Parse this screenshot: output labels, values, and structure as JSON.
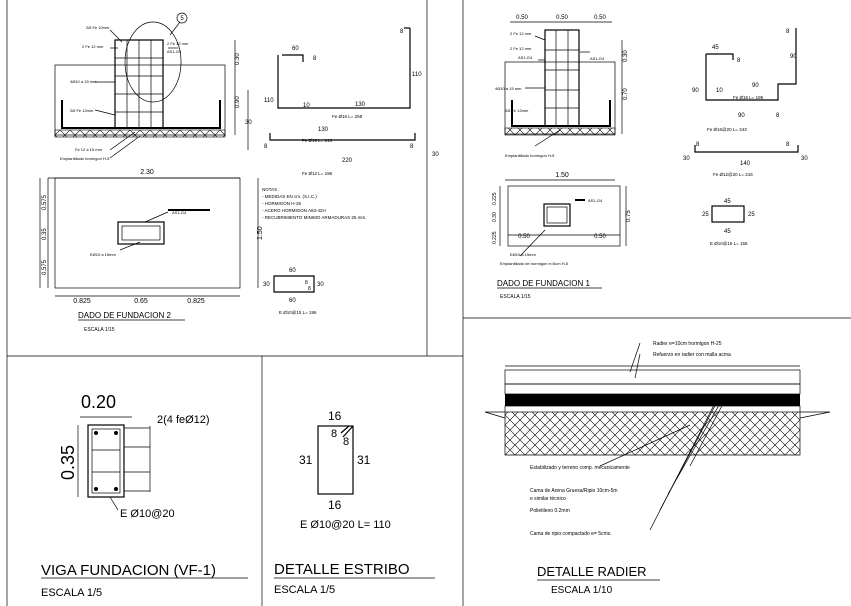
{
  "beam": {
    "title": "VIGA FUNDACION (VF-1)",
    "scale": "ESCALA 1/5",
    "width": "0.20",
    "height": "0.35",
    "rebar": "2(4 feØ12)",
    "stirrup": "E Ø10@20"
  },
  "stirrup_detail": {
    "title": "DETALLE ESTRIBO",
    "scale": "ESCALA 1/5",
    "top": "16",
    "bottom": "16",
    "left": "31",
    "right": "31",
    "hook1": "8",
    "hook2": "8",
    "spec": "E Ø10@20  L= 110"
  },
  "slab_detail": {
    "title": "DETALLE RADIER",
    "scale": "ESCALA 1/10",
    "notes": [
      "Radier e=10cm hormigon H-25",
      "Refuerzo en radier con malla acma",
      "Estabilizado y terreno comp. mecanicamente",
      "Cama de Arena Gruesa/Ripio 10cm-5m",
      "e similar técnico",
      "Polietileno 0.2mm",
      "Cama de ripio compactado e= 5cms."
    ]
  },
  "dado2": {
    "title": "DADO DE  FUNDACION 2",
    "scale": "ESCALA 1/15",
    "width": "2.30",
    "depth": "1.50",
    "dims_bottom": [
      "0.825",
      "0.65",
      "0.825"
    ],
    "dims_left": [
      "0.575",
      "0.35",
      "0.575"
    ],
    "elev_dims": [
      "0.30",
      "0.90",
      "30"
    ],
    "labels": [
      "2Ø Fe 10mm",
      "2 Fe 12 mm",
      "2 Fe 12 mm",
      "AS1-G4",
      "4Ø10 a 15 mm",
      "2Ø Fe 12mm",
      "Emplantillado hormigon H-5",
      "Fe 12 a 15 mm",
      "AS1-G4",
      "EØ10 a 15mm"
    ],
    "callout": "5",
    "bar1": {
      "a": "60",
      "b": "8",
      "c": "110",
      "d": "10",
      "e": "130",
      "spec": "Fe Ø16 L= 258"
    },
    "bar2": {
      "a": "8",
      "b": "110",
      "spec": "Fe Ø16 L= 213"
    },
    "bar3": {
      "a": "8",
      "b": "220",
      "c": "30",
      "d": "8",
      "spec": "Fe Ø12 L= 196",
      "e": "130"
    },
    "stir": {
      "top": "60",
      "left": "30",
      "right": "30",
      "bottom": "60",
      "h1": "8",
      "h2": "8",
      "spec": "E Ø10@15 L= 196"
    },
    "notes_title": "NOTAS :",
    "notes": [
      "- MEDIDAS EN cm. (S.I.C.)",
      "- HORMIGON  H-25",
      "- ACERO HORMIGON  A63-42H",
      "- RECUBRIMIENTO MINIMO ARMADURAS 25 mm."
    ]
  },
  "dado1": {
    "title": "DADO DE FUNDACION 1",
    "scale": "ESCALA 1/15",
    "top_dims": [
      "0.50",
      "0.50",
      "0.50"
    ],
    "width": "1.50",
    "depth": "0.75",
    "dims_bottom": [
      "0.50",
      "0.50"
    ],
    "dims_left": [
      "0.225",
      "0.30",
      "0.225"
    ],
    "elev_dims": [
      "0.30",
      "0.70"
    ],
    "labels": [
      "2 Fe 12 mm",
      "2 Fe 12 mm",
      "AS1-G4",
      "AS1-G4",
      "4Ø10 a 15 mm",
      "2Ø Fe 12mm",
      "Emplantillado hormigon H-5",
      "AS1-G4",
      "EØ10 a 15mm",
      "Emplantillado de hormigon e=5cm H-5"
    ],
    "bar1": {
      "a": "45",
      "b": "8",
      "c": "90",
      "d": "10",
      "e": "90",
      "spec": "Fe Ø16 L= 195"
    },
    "bar2": {
      "a": "8",
      "b": "90",
      "spec": "Fe Ø16@20 L= 243"
    },
    "bar3": {
      "a": "30",
      "b": "8",
      "c": "140",
      "d": "8",
      "e": "30",
      "spec": "Fe Ø12@20 L= 216"
    },
    "stir": {
      "top": "45",
      "left": "25",
      "right": "25",
      "bottom": "45",
      "spec": "E Ø10@15 L= 156"
    }
  }
}
